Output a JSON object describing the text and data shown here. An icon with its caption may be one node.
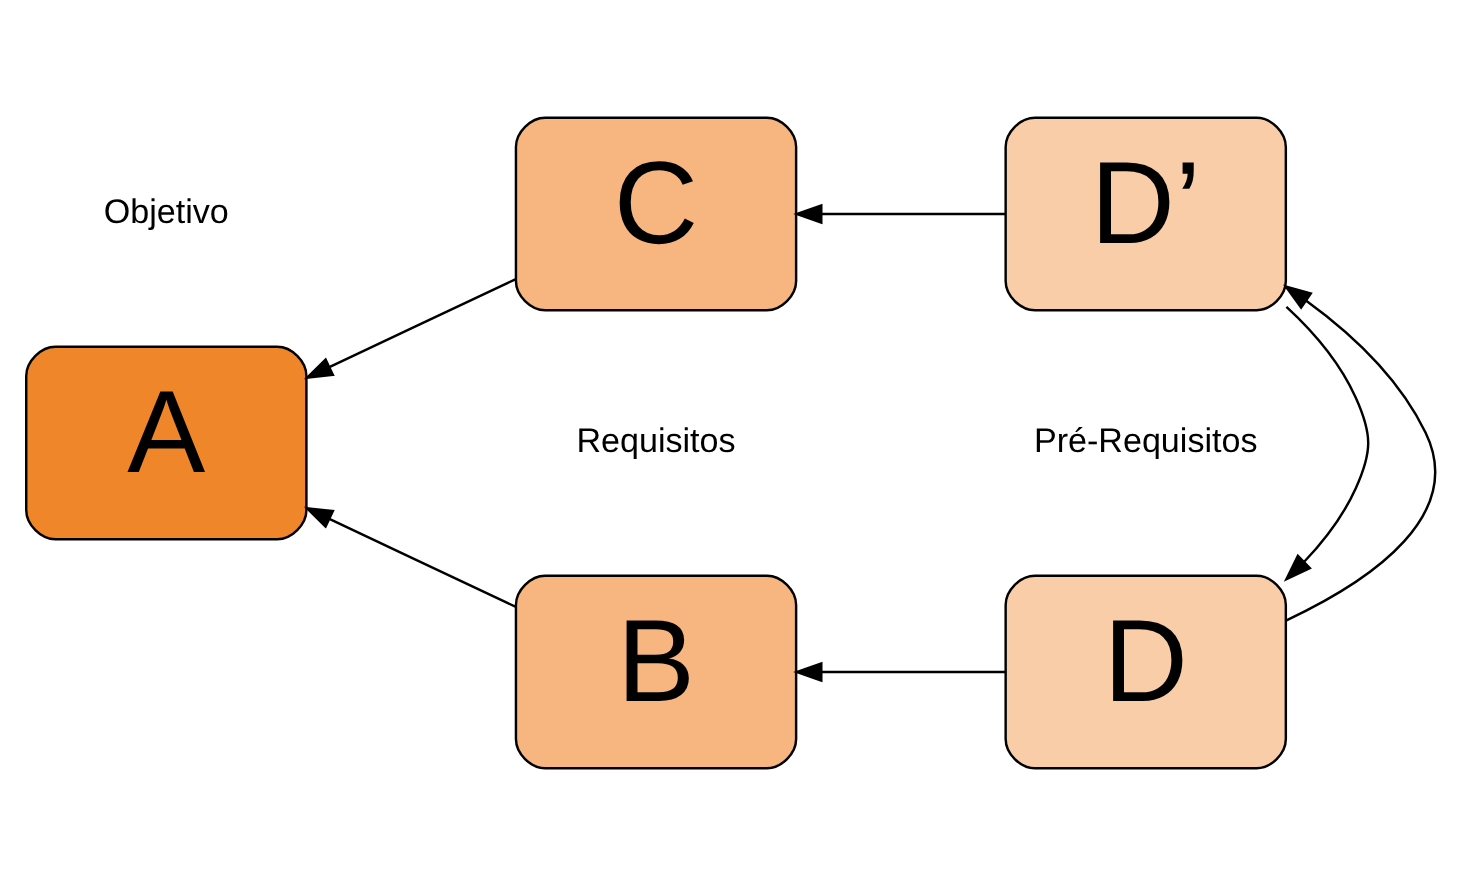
{
  "diagram": {
    "nodes": [
      {
        "text": [
          "A"
        ],
        "beside": [
          "Objetivo"
        ]
      },
      {
        "text": [
          "B"
        ],
        "beside": [
          "Requisitos"
        ]
      },
      {
        "text": [
          "C"
        ]
      },
      {
        "text": [
          "D"
        ],
        "beside": [
          "Pré-Requisitos"
        ]
      },
      {
        "text": [
          "D’"
        ]
      }
    ],
    "edges": [
      {
        "from": 1,
        "to": 0,
        "arrow": "to"
      },
      {
        "from": 2,
        "to": 0,
        "arrow": "to"
      },
      {
        "from": 3,
        "to": 1,
        "arrow": "to"
      },
      {
        "from": 4,
        "to": 2,
        "arrow": "to"
      },
      {
        "from": 4,
        "to": 3,
        "arrow": "to"
      },
      {
        "from": 3,
        "to": 4,
        "arrow": "to"
      }
    ]
  }
}
